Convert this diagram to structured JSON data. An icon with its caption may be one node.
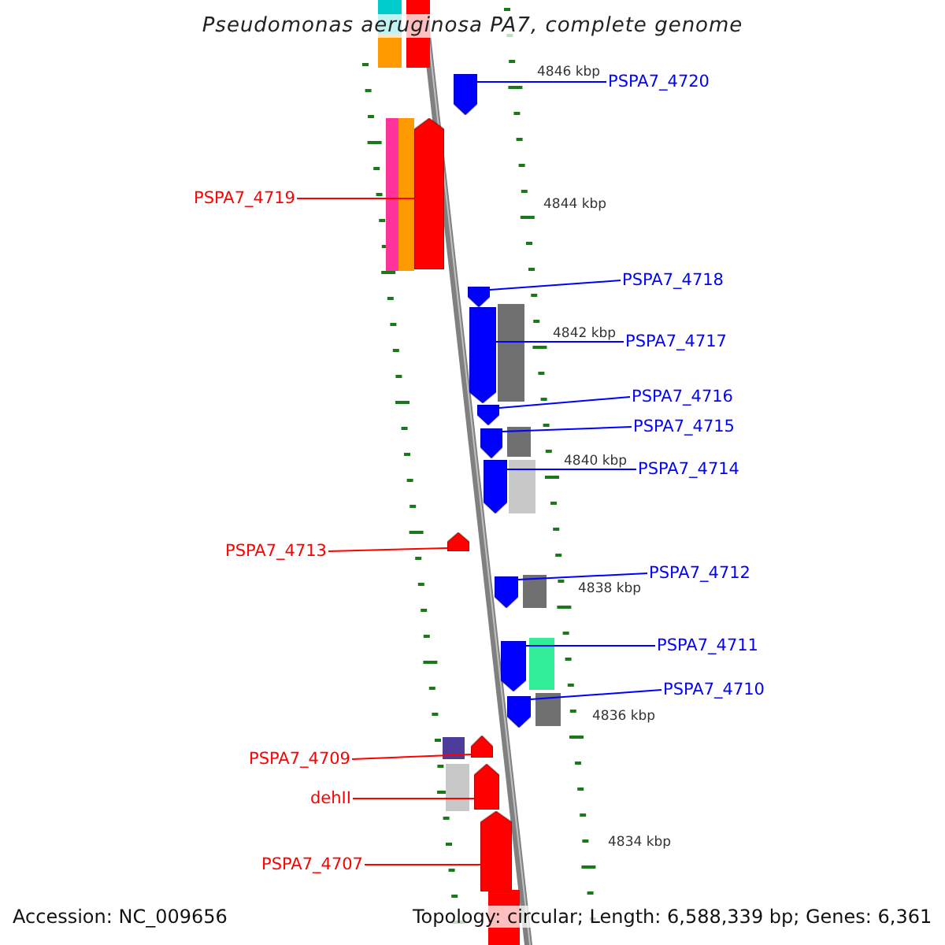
{
  "diagram": {
    "title": "Pseudomonas aeruginosa PA7, complete genome",
    "nodes": [
      {
        "text": [
          "PSPA7_4720"
        ]
      },
      {
        "text": [],
        "shape": "arrow"
      },
      {
        "text": [
          "PSPA7_4719"
        ]
      },
      {
        "text": [],
        "shape": "arrow"
      },
      {
        "text": [
          "PSPA7_4718"
        ]
      },
      {
        "text": [],
        "shape": "arrow"
      },
      {
        "text": [
          "PSPA7_4717"
        ]
      },
      {
        "text": [],
        "shape": "arrow"
      },
      {
        "text": [
          "PSPA7_4716"
        ]
      },
      {
        "text": [],
        "shape": "arrow"
      },
      {
        "text": [
          "PSPA7_4715"
        ]
      },
      {
        "text": [],
        "shape": "arrow"
      },
      {
        "text": [
          "PSPA7_4714"
        ]
      },
      {
        "text": [],
        "shape": "arrow"
      },
      {
        "text": [
          "PSPA7_4713"
        ]
      },
      {
        "text": [],
        "shape": "arrow"
      },
      {
        "text": [
          "PSPA7_4712"
        ]
      },
      {
        "text": [],
        "shape": "arrow"
      },
      {
        "text": [
          "PSPA7_4711"
        ]
      },
      {
        "text": [],
        "shape": "arrow"
      },
      {
        "text": [
          "PSPA7_4710"
        ]
      },
      {
        "text": [],
        "shape": "arrow"
      },
      {
        "text": [
          "PSPA7_4709"
        ]
      },
      {
        "text": [],
        "shape": "arrow"
      },
      {
        "text": [
          "dehII"
        ]
      },
      {
        "text": [],
        "shape": "arrow"
      },
      {
        "text": [
          "PSPA7_4707"
        ]
      },
      {
        "text": [],
        "shape": "arrow"
      }
    ],
    "edges": [
      {
        "from": 0,
        "to": 1,
        "arrow": "none"
      },
      {
        "from": 2,
        "to": 3,
        "arrow": "none",
        "color": "#ff0000"
      },
      {
        "from": 4,
        "to": 5,
        "arrow": "none"
      },
      {
        "from": 6,
        "to": 7,
        "arrow": "none"
      },
      {
        "from": 8,
        "to": 9,
        "arrow": "none"
      },
      {
        "from": 10,
        "to": 11,
        "arrow": "none"
      },
      {
        "from": 12,
        "to": 13,
        "arrow": "none"
      },
      {
        "from": 14,
        "to": 15,
        "arrow": "none",
        "color": "#ff0000"
      },
      {
        "from": 16,
        "to": 17,
        "arrow": "none"
      },
      {
        "from": 18,
        "to": 19,
        "arrow": "none"
      },
      {
        "from": 20,
        "to": 21,
        "arrow": "none"
      },
      {
        "from": 22,
        "to": 23,
        "arrow": "none",
        "color": "#ff0000"
      },
      {
        "from": 24,
        "to": 25,
        "arrow": "none",
        "color": "#ff0000"
      },
      {
        "from": 26,
        "to": 27,
        "arrow": "none",
        "color": "#ff0000"
      }
    ],
    "labels": [
      "4846 kbp",
      "4844 kbp",
      "4842 kbp",
      "4840 kbp",
      "4838 kbp",
      "4836 kbp",
      "4834 kbp",
      "Accession: NC_009656",
      "Topology: circular; Length: 6,588,339 bp; Genes: 6,361"
    ]
  }
}
